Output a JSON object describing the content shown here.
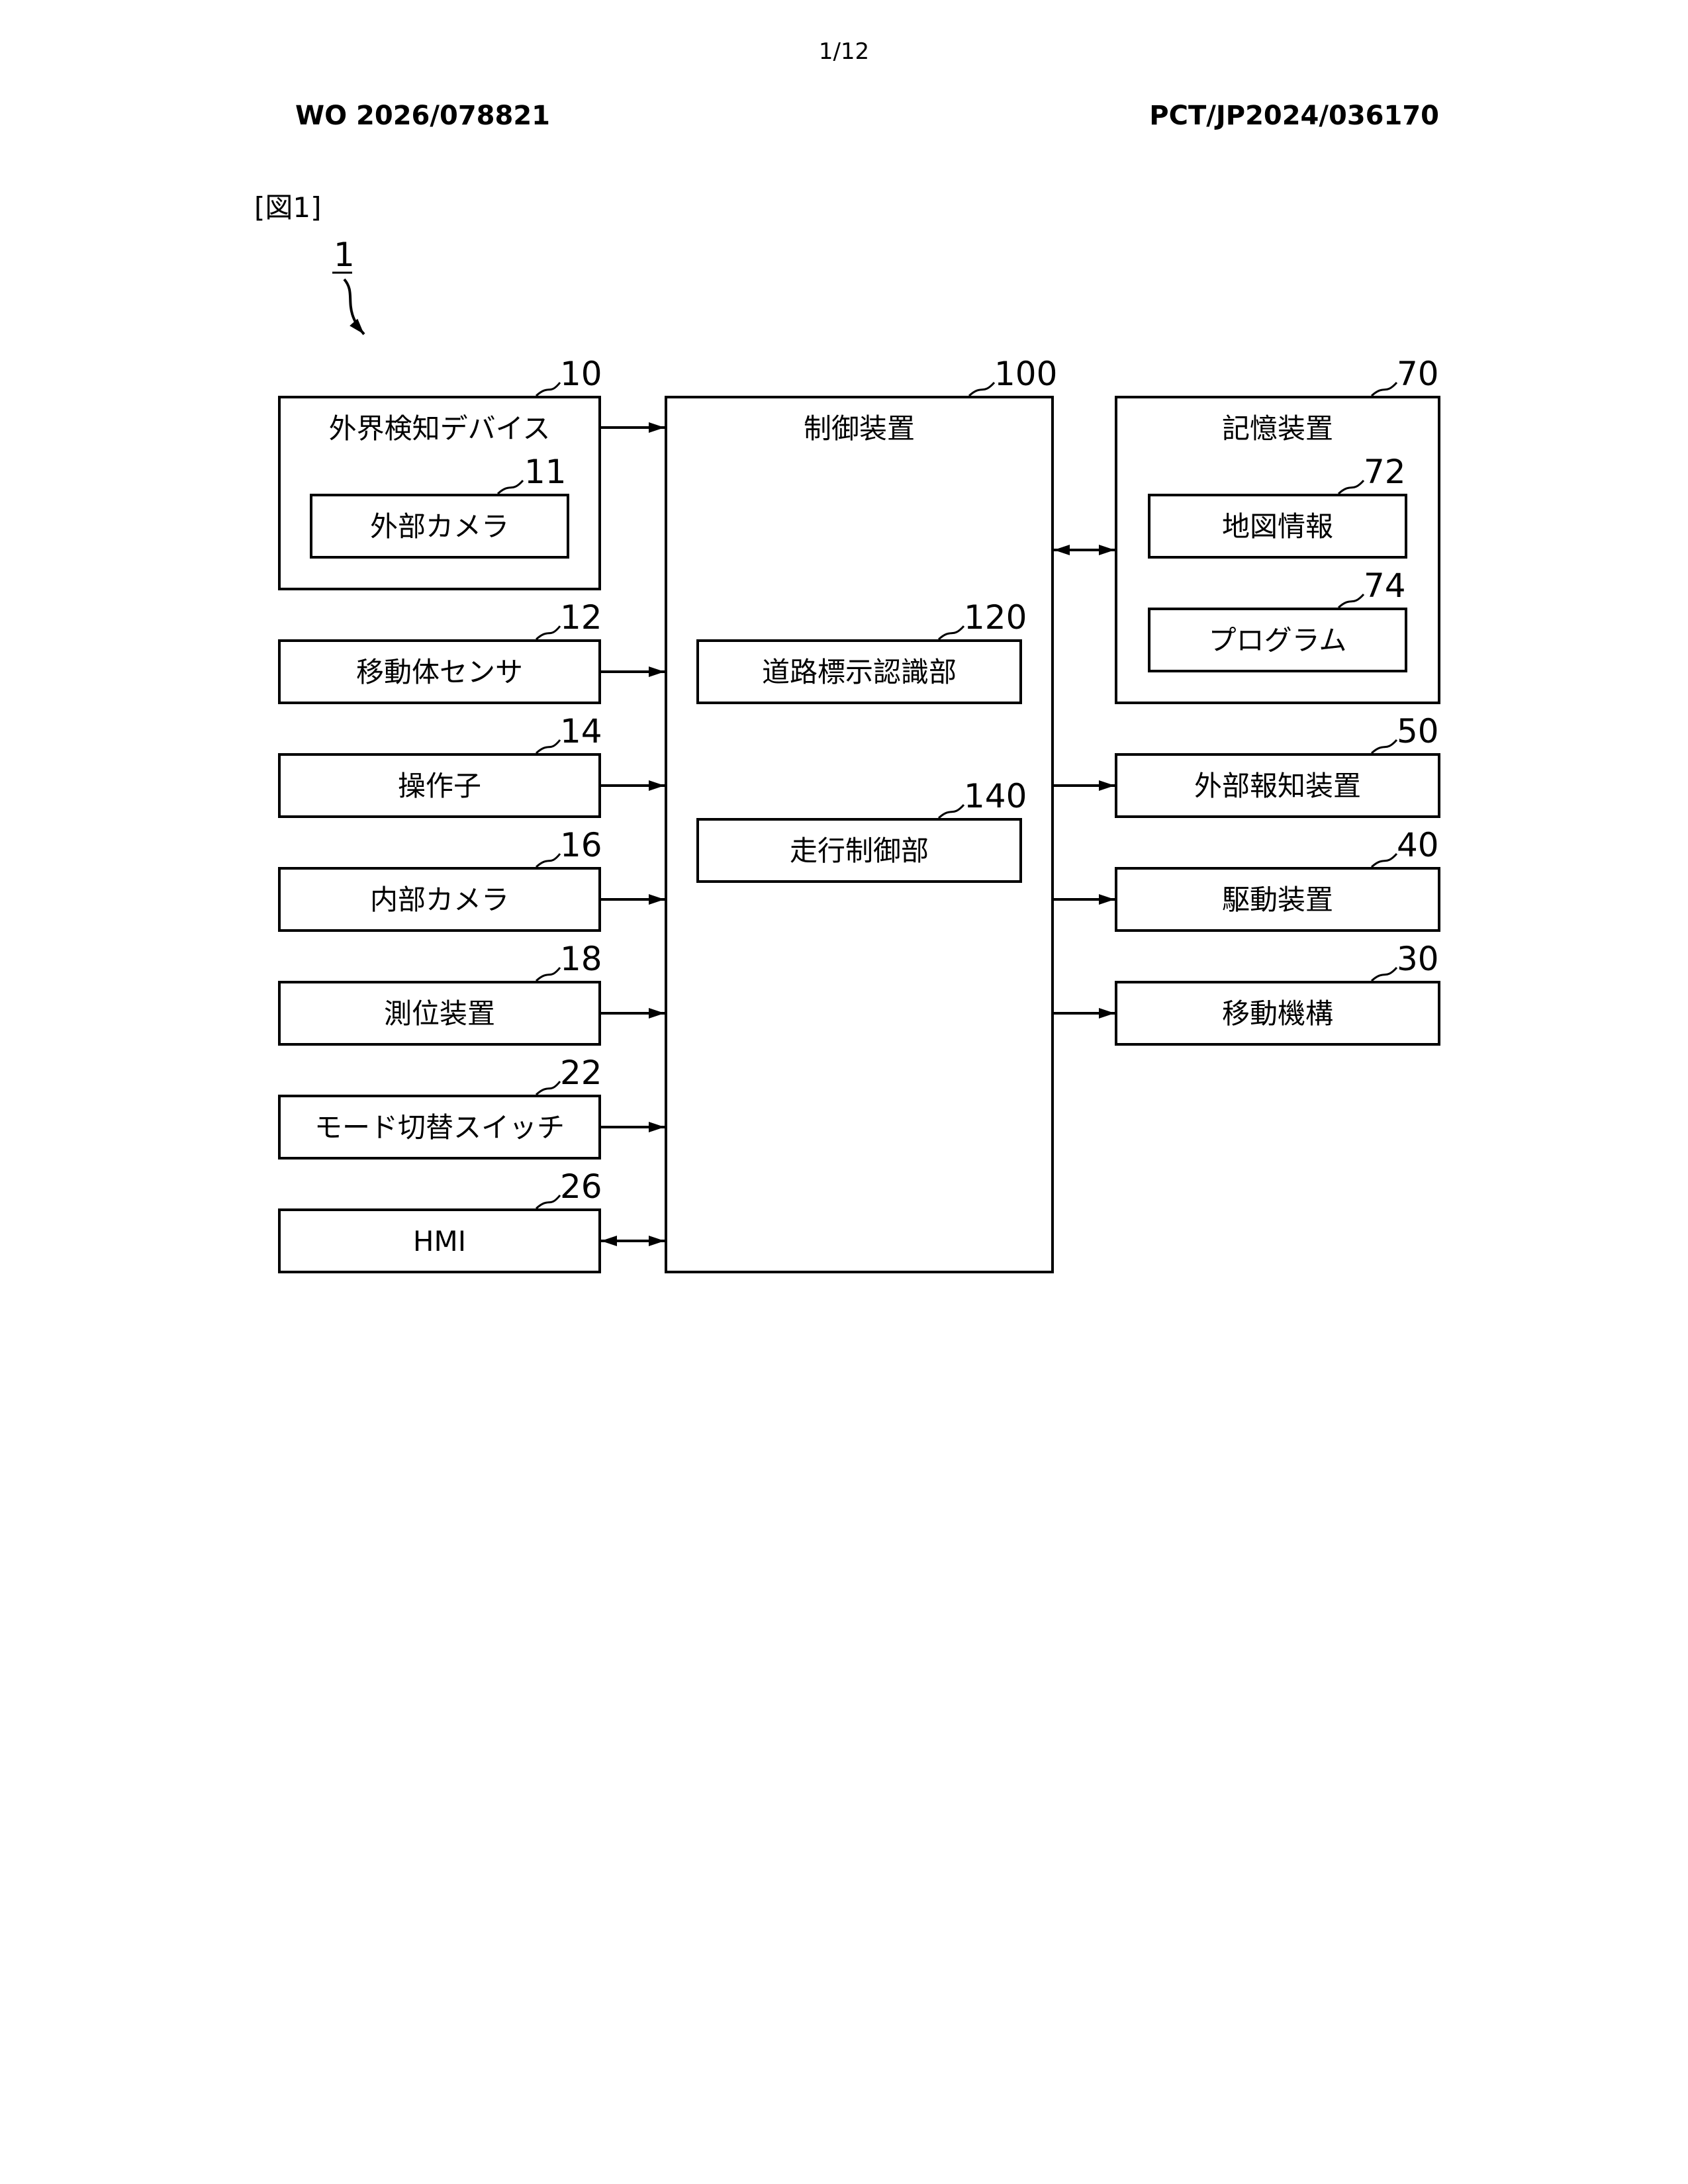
{
  "header": {
    "page_number": "1/12",
    "publication_number": "WO 2026/078821",
    "application_number": "PCT/JP2024/036170",
    "figure_label": "[図1]"
  },
  "diagram": {
    "system_ref": "1",
    "left_blocks": [
      {
        "ref": "10",
        "label": "外界検知デバイス",
        "inner": {
          "ref": "11",
          "label": "外部カメラ"
        }
      },
      {
        "ref": "12",
        "label": "移動体センサ"
      },
      {
        "ref": "14",
        "label": "操作子"
      },
      {
        "ref": "16",
        "label": "内部カメラ"
      },
      {
        "ref": "18",
        "label": "測位装置"
      },
      {
        "ref": "22",
        "label": "モード切替スイッチ"
      },
      {
        "ref": "26",
        "label": "HMI"
      }
    ],
    "center_block": {
      "ref": "100",
      "label": "制御装置",
      "units": [
        {
          "ref": "120",
          "label": "道路標示認識部"
        },
        {
          "ref": "140",
          "label": "走行制御部"
        }
      ]
    },
    "storage_block": {
      "ref": "70",
      "label": "記憶装置",
      "items": [
        {
          "ref": "72",
          "label": "地図情報"
        },
        {
          "ref": "74",
          "label": "プログラム"
        }
      ]
    },
    "output_blocks": [
      {
        "ref": "50",
        "label": "外部報知装置"
      },
      {
        "ref": "40",
        "label": "駆動装置"
      },
      {
        "ref": "30",
        "label": "移動機構"
      }
    ]
  }
}
